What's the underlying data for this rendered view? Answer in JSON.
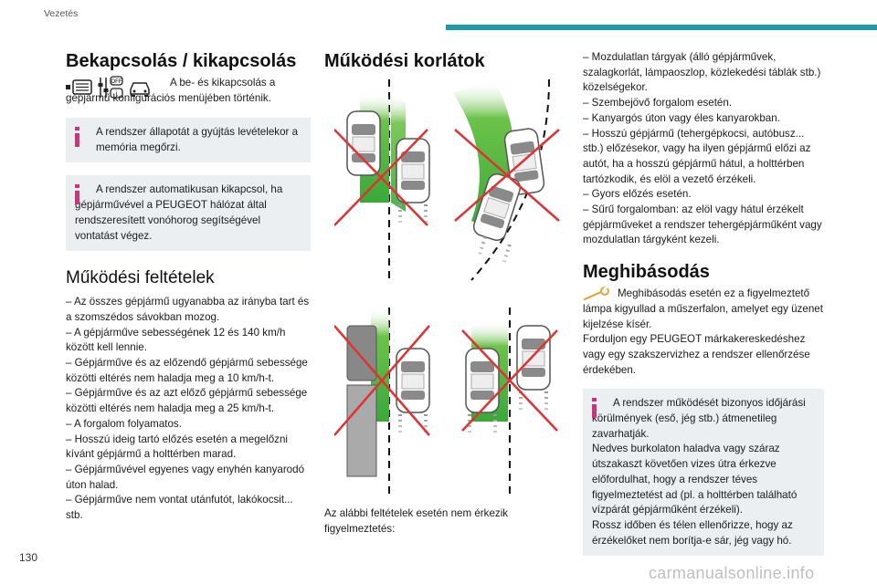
{
  "header": {
    "section": "Vezetés",
    "accent_color": "#1f9aa7"
  },
  "page_number": "130",
  "watermark": "carmanualsonline.info",
  "col1": {
    "title": "Bekapcsolás / kikapcsolás",
    "intro_icons": [
      "menu-icon",
      "driving-settings-icon",
      "car-icon"
    ],
    "intro_text": "A be- és kikapcsolás a gépjármű konfigurációs menüjében történik.",
    "info1": "A rendszer állapotát a gyújtás levételekor a memória megőrzi.",
    "info2": "A rendszer automatikusan kikapcsol, ha gépjárművével a PEUGEOT hálózat által rendszeresített vonóhorog segítségével vontatást végez.",
    "conditions_title": "Működési feltételek",
    "conditions": [
      "– Az összes gépjármű ugyanabba az irányba tart és a szomszédos sávokban mozog.",
      "– A gépjárműve sebességének 12 és 140 km/h között kell lennie.",
      "– Gépjárműve és az előzendő gépjármű sebessége közötti eltérés nem haladja meg a 10 km/h-t.",
      "– Gépjárműve és az azt előző gépjármű sebessége közötti eltérés nem haladja meg a 25 km/h-t.",
      "– A forgalom folyamatos.",
      "– Hosszú ideig tartó előzés esetén a megelőzni kívánt gépjármű a holttérben marad.",
      "– Gépjárművével egyenes vagy enyhén kanyarodó úton halad.",
      "– Gépjárműve nem vontat utánfutót, lakókocsit... stb."
    ]
  },
  "col2": {
    "title": "Működési korlátok",
    "caption": "Az alábbi feltételek esetén nem érkezik figyelmeztetés:"
  },
  "col3": {
    "limits": [
      "– Mozdulatlan tárgyak (álló gépjárművek, szalagkorlát, lámpaoszlop, közlekedési táblák stb.) közelségekor.",
      "– Szembejövő forgalom esetén.",
      "– Kanyargós úton vagy éles kanyarokban.",
      "– Hosszú gépjármű (tehergépkocsi, autóbusz... stb.) előzésekor, vagy ha ilyen gépjármű előzi az autót, ha a hosszú gépjármű hátul, a holttérben tartózkodik, és elöl a vezető érzékeli.",
      "– Gyors előzés esetén.",
      "– Sűrű forgalomban: az elöl vagy hátul érzékelt gépjárműveket a rendszer tehergépjárműként vagy mozdulatlan tárgyként kezeli."
    ],
    "fault_title": "Meghibásodás",
    "fault_text": "Meghibásodás esetén ez a figyelmeztető lámpa kigyullad a műszerfalon, amelyet egy üzenet kijelzése kísér.",
    "fault_text2": "Forduljon egy PEUGEOT márkakereskedéshez vagy egy szakszervizhez a rendszer ellenőrzése érdekében.",
    "info_lines": [
      "A rendszer működését bizonyos időjárási körülmények (eső, jég stb.) átmenetileg zavarhatják.",
      "Nedves burkolaton haladva vagy száraz útszakaszt követően vizes útra érkezve előfordulhat, hogy a rendszer téves figyelmeztetést ad (pl. a holttérben található vízpárát gépjárműként érzékeli).",
      "Rossz időben és télen ellenőrizze, hogy az érzékelőket nem borítja-e sár, jég vagy hó."
    ],
    "info_accent_color": "#c9357a",
    "warning_icon_color": "#e8a33c"
  }
}
